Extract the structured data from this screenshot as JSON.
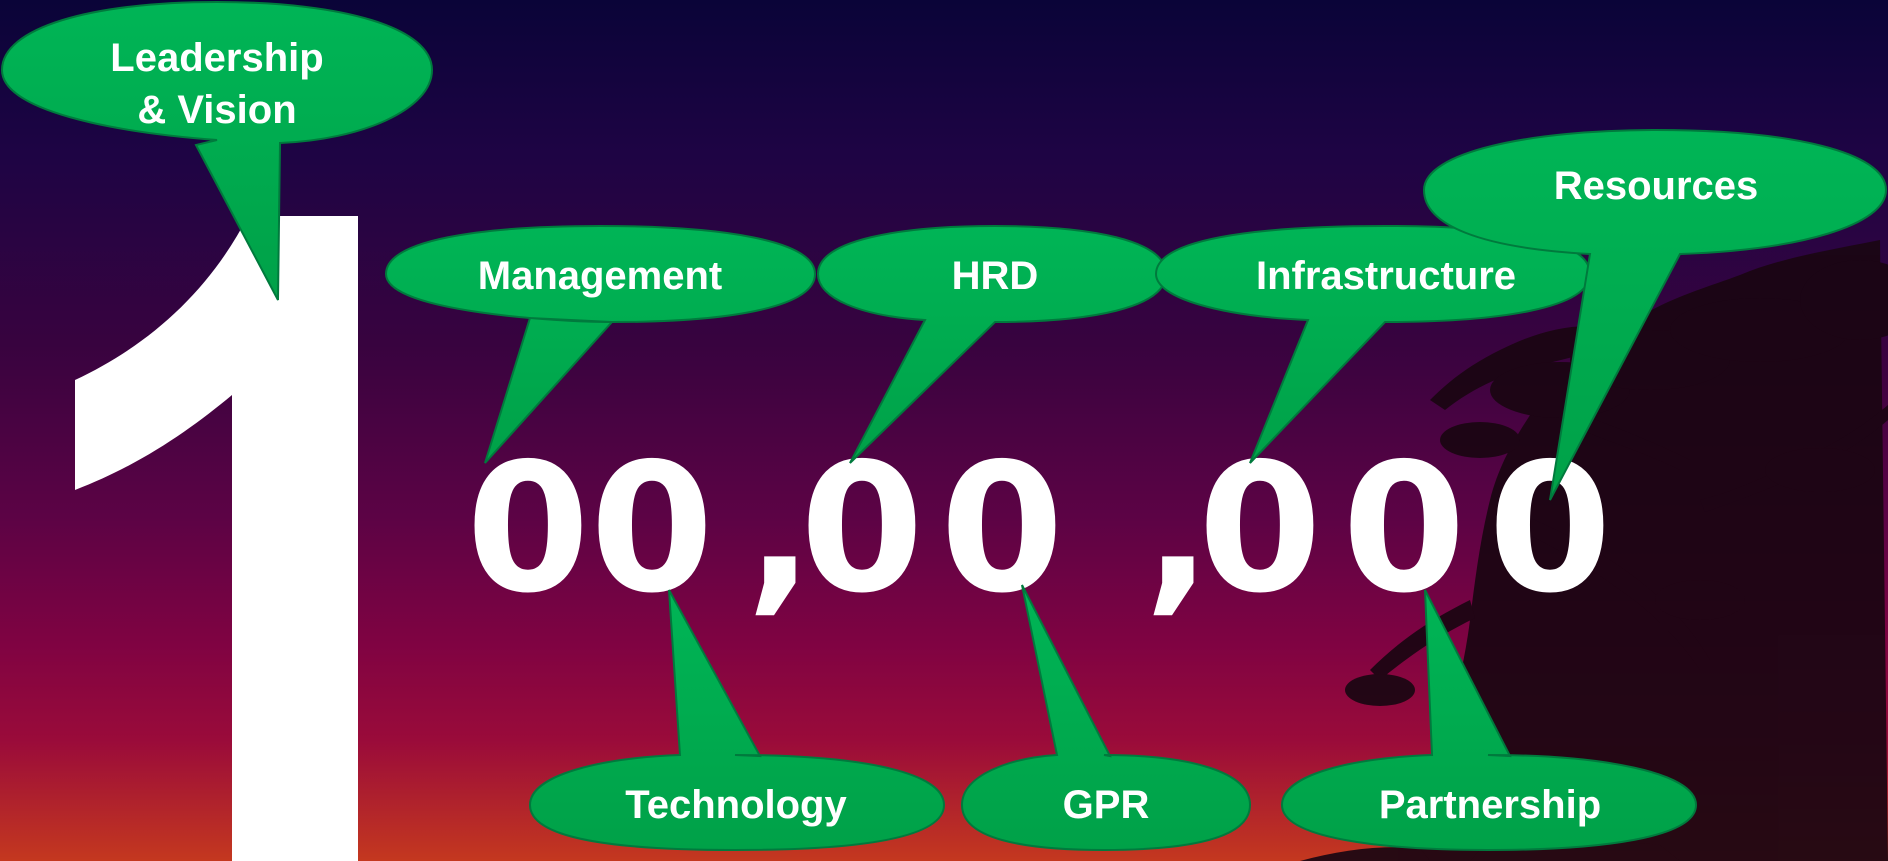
{
  "slide": {
    "big_digit": "1",
    "digits": [
      "0",
      "0",
      "0",
      "0",
      "0",
      "0",
      "0"
    ],
    "commas": [
      ",",
      ","
    ]
  },
  "bubbles": {
    "leadership_line1": "Leadership",
    "leadership_line2": "& Vision",
    "management": "Management",
    "hrd": "HRD",
    "infrastructure": "Infrastructure",
    "resources": "Resources",
    "technology": "Technology",
    "gpr": "GPR",
    "partnership": "Partnership"
  },
  "colors": {
    "bubble_fill": "#00a64c",
    "bubble_edge": "#00703a",
    "text": "#ffffff"
  }
}
